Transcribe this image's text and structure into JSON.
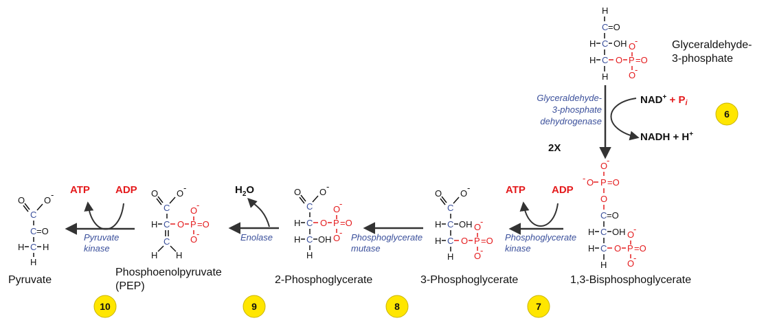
{
  "colors": {
    "carbon": "#3a4f9b",
    "phosphate": "#e41a1c",
    "black": "#111111",
    "enzyme": "#3a4f9b",
    "badge": "#ffe600",
    "badge_stroke": "#c9b400",
    "arrow": "#333333"
  },
  "atoms": {
    "H": "H",
    "C": "C",
    "O": "O",
    "P": "P",
    "OH": "OH",
    "eqO": "=O",
    "Ominus": "O",
    "minus": "-",
    "dash": "-",
    "Cplain": "C"
  },
  "names": {
    "g3p_line1": "Glyceraldehyde-",
    "g3p_line2": "3-phosphate",
    "bpg": "1,3-Bisphosphoglycerate",
    "pg3": "3-Phosphoglycerate",
    "pg2": "2-Phosphoglycerate",
    "pep_line1": "Phosphoenolpyruvate",
    "pep_line2": "(PEP)",
    "pyruvate": "Pyruvate"
  },
  "enzymes": {
    "gapdh_line1": "Glyceraldehyde-",
    "gapdh_line2": "3-phosphate",
    "gapdh_line3": "dehydrogenase",
    "pgk_line1": "Phosphoglycerate",
    "pgk_line2": "kinase",
    "pgm_line1": "Phosphoglycerate",
    "pgm_line2": "mutase",
    "enolase": "Enolase",
    "pk_line1": "Pyruvate",
    "pk_line2": "kinase"
  },
  "cofactors": {
    "nad": "NAD",
    "nad_sup": "+",
    "plus_p": " + P",
    "p_sub": "i",
    "nadh": "NADH + H",
    "nadh_sup": "+",
    "atp": "ATP",
    "adp": "ADP",
    "h2o_h": "H",
    "h2o_sub": "2",
    "h2o_o": "O",
    "twox": "2X"
  },
  "steps": [
    "6",
    "7",
    "8",
    "9",
    "10"
  ]
}
